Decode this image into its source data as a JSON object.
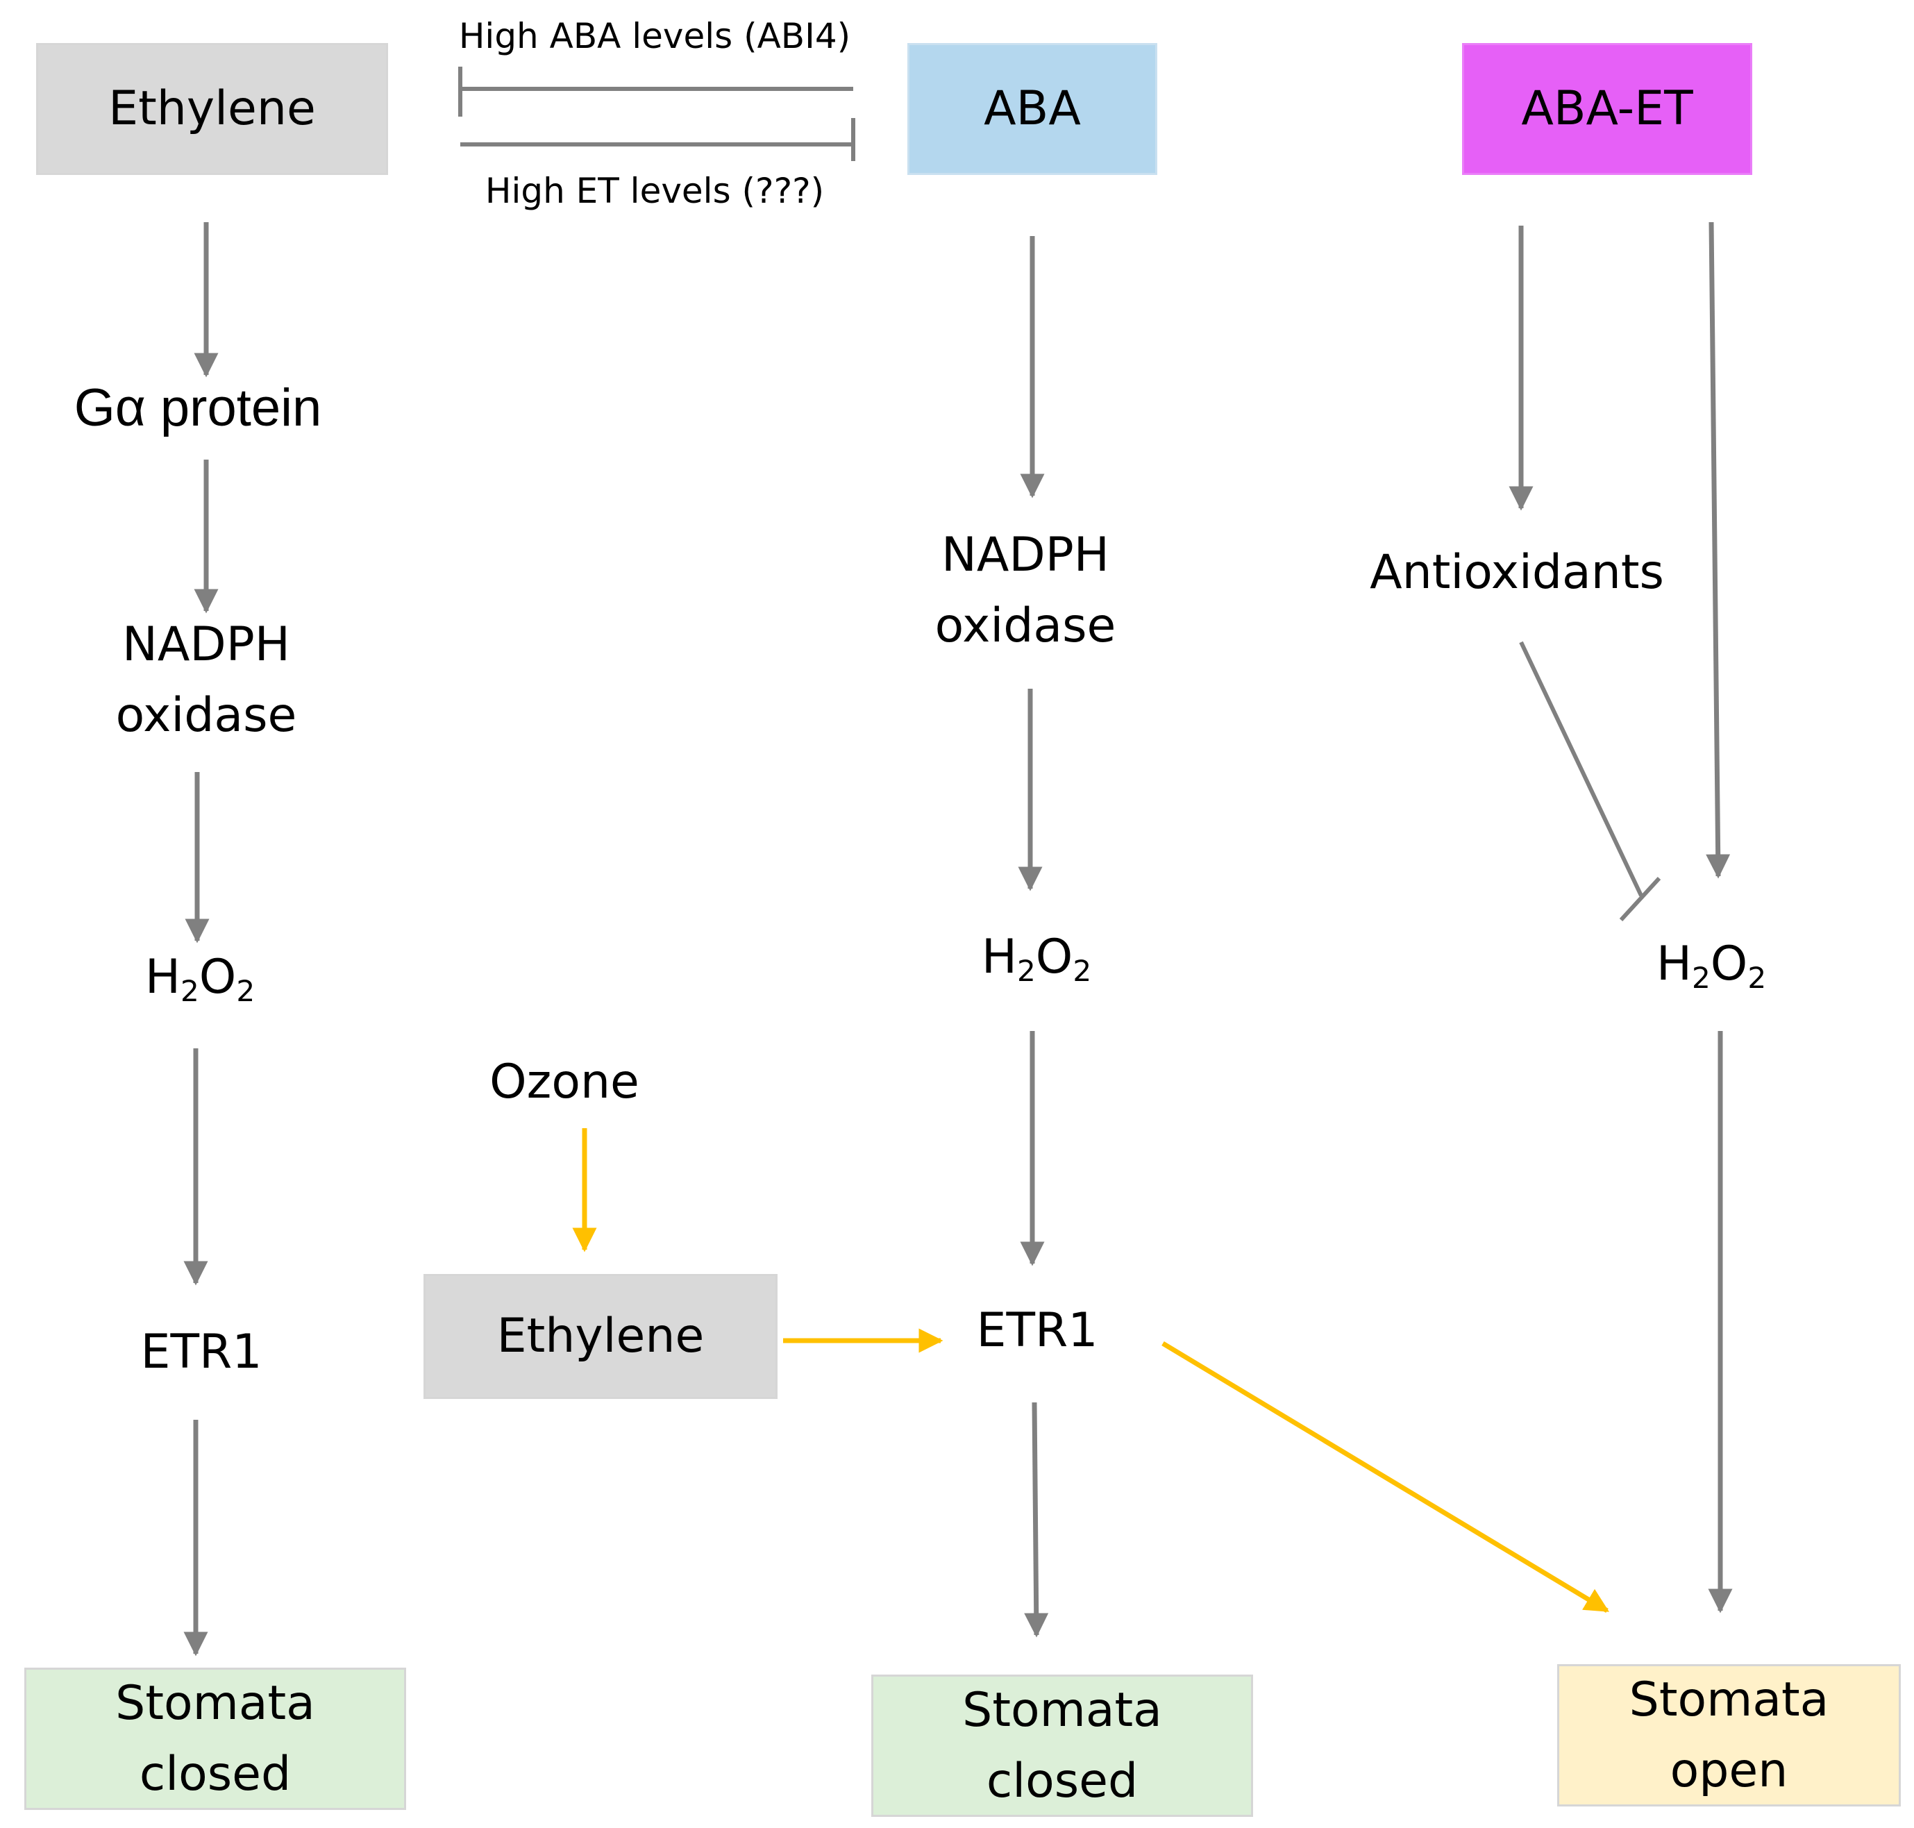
{
  "colors": {
    "arrow_gray": "#808080",
    "arrow_yellow": "#ffc000",
    "ethylene_fill": "#d9d9d9",
    "aba_fill": "#b4d7ee",
    "aba_et_fill": "#e660f7",
    "closed_fill": "#dcefd8",
    "open_fill": "#fff1c9"
  },
  "left_column": {
    "ethylene": "Ethylene",
    "galpha": "Gα protein",
    "nadph_line1": "NADPH",
    "nadph_line2": "oxidase",
    "h2o2_h": "H",
    "h2o2_2a": "2",
    "h2o2_o": "O",
    "h2o2_2b": "2",
    "etr1": "ETR1",
    "stomata_line1": "Stomata",
    "stomata_line2": "closed"
  },
  "crosstalk": {
    "top_label": "High ABA levels (ABI4)",
    "bottom_label": "High ET levels (???)"
  },
  "ozone_branch": {
    "ozone": "Ozone",
    "ethylene": "Ethylene"
  },
  "middle_column": {
    "aba": "ABA",
    "nadph_line1": "NADPH",
    "nadph_line2": "oxidase",
    "h2o2_h": "H",
    "h2o2_2a": "2",
    "h2o2_o": "O",
    "h2o2_2b": "2",
    "etr1": "ETR1",
    "stomata_line1": "Stomata",
    "stomata_line2": "closed"
  },
  "right_column": {
    "aba_et": "ABA-ET",
    "antioxidants": "Antioxidants",
    "h2o2_h": "H",
    "h2o2_2a": "2",
    "h2o2_o": "O",
    "h2o2_2b": "2",
    "stomata_line1": "Stomata",
    "stomata_line2": "open"
  }
}
